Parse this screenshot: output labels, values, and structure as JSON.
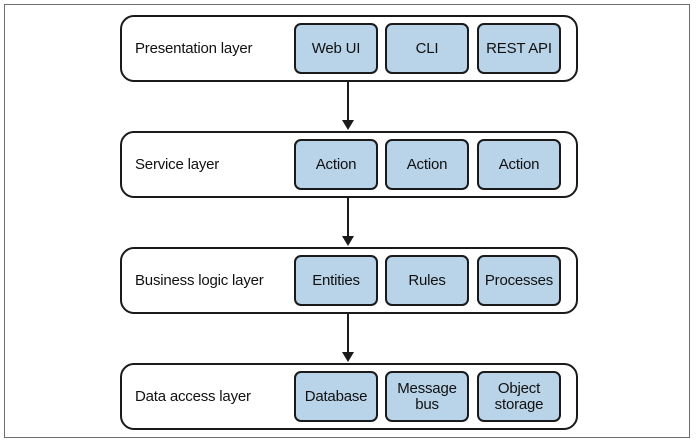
{
  "layers": [
    {
      "label": "Presentation layer",
      "components": [
        "Web UI",
        "CLI",
        "REST API"
      ]
    },
    {
      "label": "Service layer",
      "components": [
        "Action",
        "Action",
        "Action"
      ]
    },
    {
      "label": "Business logic layer",
      "components": [
        "Entities",
        "Rules",
        "Processes"
      ]
    },
    {
      "label": "Data access layer",
      "components": [
        "Database",
        "Message\nbus",
        "Object\nstorage"
      ]
    }
  ],
  "colors": {
    "component_fill": "#b9d3e8",
    "stroke": "#1a1a1a"
  }
}
